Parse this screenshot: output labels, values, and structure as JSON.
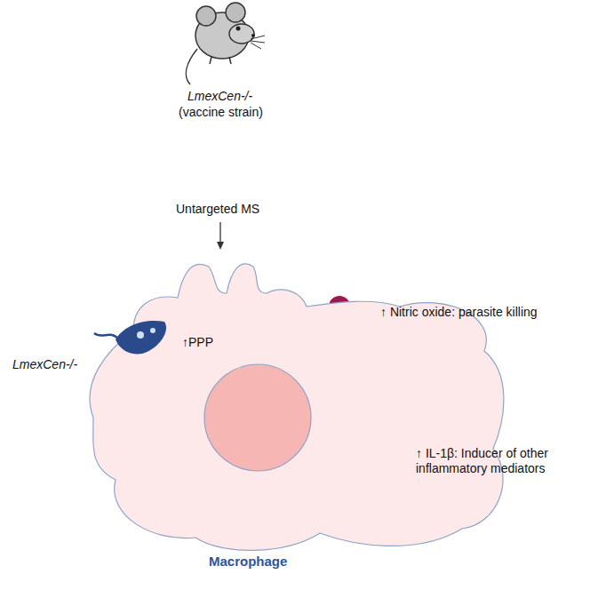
{
  "diagram": {
    "nodes": [
      {
        "text": [
          "↑PPP",
          "Macrophage"
        ]
      }
    ],
    "labels": [
      "LmexCen-/-",
      "(vaccine strain)",
      "Untargeted MS",
      "LmexCen-/-",
      "↑ Nitric oxide: parasite killing",
      "↑ IL-1β: Inducer of other inflammatory mediators"
    ]
  }
}
